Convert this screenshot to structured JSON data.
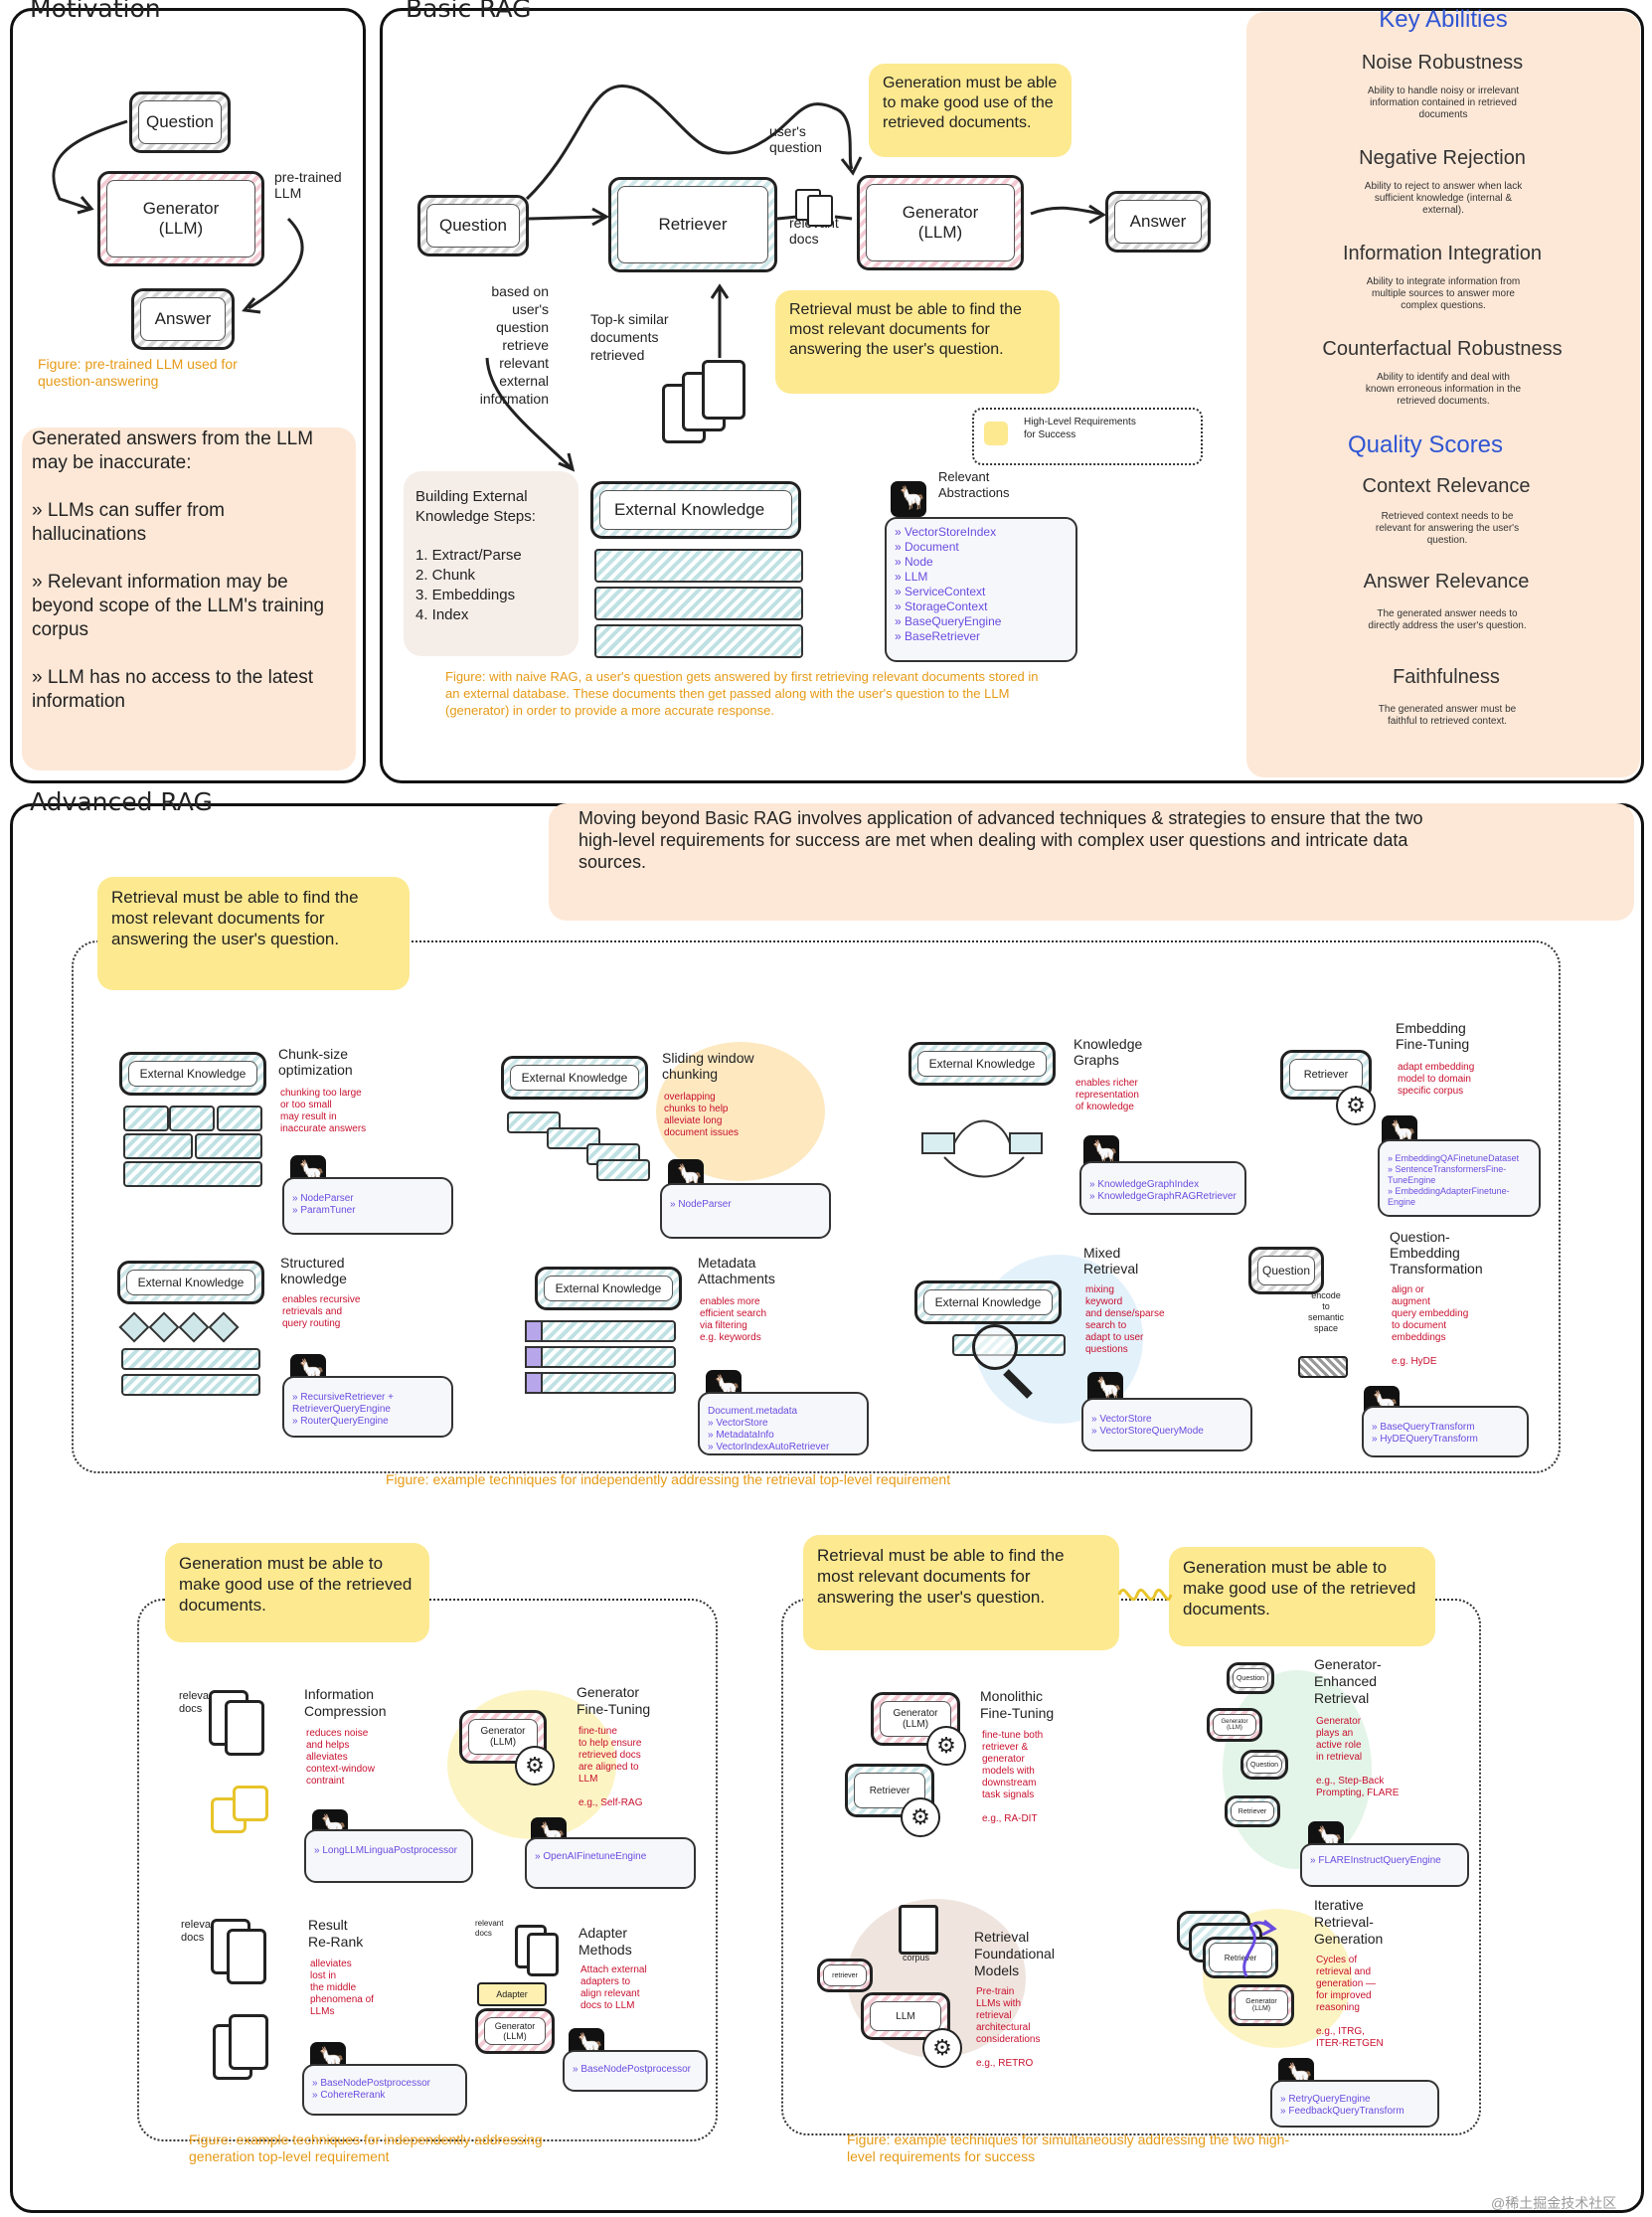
{
  "motivation": {
    "title": "Motivation",
    "question": "Question",
    "generator": "Generator\n(LLM)",
    "pretrained": "pre-trained\nLLM",
    "answer": "Answer",
    "caption": "Figure: pre-trained LLM used for question-answering",
    "intro": "Generated answers from the LLM may be inaccurate:",
    "bullets": [
      "LLMs can suffer from hallucinations",
      "Relevant information may be beyond scope of the LLM's training corpus",
      "LLM has no access to the latest information"
    ]
  },
  "basic": {
    "title": "Basic RAG",
    "question": "Question",
    "retriever": "Retriever",
    "users_question": "user's\nquestion",
    "relevant_docs": "relevant\ndocs",
    "generator": "Generator\n(LLM)",
    "answer": "Answer",
    "note_generation": "Generation must be able to make good use of the retrieved documents.",
    "note_retrieval": "Retrieval must be able to find the most relevant documents for answering the user's question.",
    "based_on": "based on\nuser's\nquestion\nretrieve\nrelevant\nexternal\ninformation",
    "topk": "Top-k similar\ndocuments\nretrieved",
    "legend": "High-Level Requirements\nfor Success",
    "building_title": "Building External\nKnowledge Steps:",
    "steps": [
      "1. Extract/Parse",
      "2. Chunk",
      "3. Embeddings",
      "4. Index"
    ],
    "external_knowledge": "External Knowledge",
    "relevant_abstractions": "Relevant\nAbstractions",
    "abstractions": [
      "VectorStoreIndex",
      "Document",
      "Node",
      "LLM",
      "ServiceContext",
      "StorageContext",
      "BaseQueryEngine",
      "BaseRetriever"
    ],
    "caption": "Figure: with naive RAG, a user's question gets answered by first retrieving relevant documents stored in an external database. These documents then get passed along with the user's question to the LLM (generator) in order to provide a more accurate response."
  },
  "key_abilities": {
    "title": "Key Abilities",
    "items": [
      {
        "name": "Noise Robustness",
        "desc": "Ability to handle noisy or irrelevant information contained in retrieved documents"
      },
      {
        "name": "Negative Rejection",
        "desc": "Ability to reject to answer when lack sufficient knowledge (internal & external)."
      },
      {
        "name": "Information Integration",
        "desc": "Ability to integrate information from multiple sources to answer more complex questions."
      },
      {
        "name": "Counterfactual Robustness",
        "desc": "Ability to identify and deal with known erroneous information in the retrieved documents."
      }
    ],
    "quality_title": "Quality Scores",
    "scores": [
      {
        "name": "Context Relevance",
        "desc": "Retrieved context needs to be relevant for answering the user's question."
      },
      {
        "name": "Answer Relevance",
        "desc": "The generated answer needs to directly address the user's question."
      },
      {
        "name": "Faithfulness",
        "desc": "The generated answer must be faithful to retrieved context."
      }
    ]
  },
  "advanced": {
    "title": "Advanced RAG",
    "intro": "Moving beyond Basic RAG involves application of advanced techniques & strategies to ensure that the two high-level requirements for success are met when dealing with complex user questions and intricate data sources.",
    "retrieval_note": "Retrieval must be able to find the most relevant documents for answering the user's question.",
    "retrieval_techniques": [
      {
        "title": "Chunk-size\noptimization",
        "desc": "chunking too large\nor too small\nmay result in\ninaccurate answers",
        "abs": "» NodeParser\n» ParamTuner"
      },
      {
        "title": "Sliding window\nchunking",
        "desc": "overlapping\nchunks to help\nalleviate long\ndocument issues",
        "abs": "» NodeParser"
      },
      {
        "title": "Knowledge\nGraphs",
        "desc": "enables richer\nrepresentation\nof knowledge",
        "abs": "» KnowledgeGraphIndex\n» KnowledgeGraphRAGRetriever"
      },
      {
        "title": "Embedding\nFine-Tuning",
        "desc": "adapt embedding\nmodel to domain\nspecific corpus",
        "abs": "» EmbeddingQAFinetuneDataset\n» SentenceTransformersFine-\n   TuneEngine\n» EmbeddingAdapterFinetune-\n   Engine"
      },
      {
        "title": "Structured\nknowledge",
        "desc": "enables recursive\nretrievals and\nquery routing",
        "abs": "» RecursiveRetriever +\n   RetrieverQueryEngine\n» RouterQueryEngine"
      },
      {
        "title": "Metadata\nAttachments",
        "desc": "enables more\nefficient search\nvia filtering\ne.g. keywords",
        "abs": "Document.metadata\n» VectorStore\n   » MetadataInfo\n» VectorIndexAutoRetriever"
      },
      {
        "title": "Mixed\nRetrieval",
        "desc": "mixing\nkeyword\nand dense/sparse\nsearch to\nadapt to user\nquestions",
        "abs": "» VectorStore\n   » VectorStoreQueryMode"
      },
      {
        "title": "Question-\nEmbedding\nTransformation",
        "desc": "align or\naugment\nquery embedding\nto document\nembeddings\n\ne.g. HyDE",
        "abs": "» BaseQueryTransform\n   » HyDEQueryTransform"
      }
    ],
    "external_knowledge": "External Knowledge",
    "retriever": "Retriever",
    "question": "Question",
    "encode": "encode\nto\nsemantic\nspace",
    "retrieval_caption": "Figure: example techniques for independently addressing the retrieval top-level requirement",
    "generation_note": "Generation must be able to make good use of the retrieved documents.",
    "generation_techniques": [
      {
        "title": "Information\nCompression",
        "desc": "reduces noise\nand helps\nalleviates\ncontext-window\ncontraint",
        "abs": "» LongLLMLinguaPostprocessor"
      },
      {
        "title": "Generator\nFine-Tuning",
        "desc": "fine-tune\nto help ensure\nretrieved docs\nare aligned to\nLLM\n\ne.g., Self-RAG",
        "abs": "» OpenAIFinetuneEngine"
      },
      {
        "title": "Result\nRe-Rank",
        "desc": "alleviates\nlost in\nthe middle\nphenomena of\nLLMs",
        "abs": "» BaseNodePostprocessor\n   » CohereRerank"
      },
      {
        "title": "Adapter\nMethods",
        "desc": "Attach external\nadapters to\nalign relevant\ndocs to LLM",
        "abs": "» BaseNodePostprocessor"
      }
    ],
    "relevant_docs": "relevant\ndocs",
    "adapter": "Adapter",
    "generator_llm": "Generator\n(LLM)",
    "generation_caption": "Figure: example techniques for independently addressing generation top-level requirement",
    "both_retrieval_note": "Retrieval must be able to find the most relevant documents for answering the user's question.",
    "both_generation_note": "Generation must be able to make good use of the retrieved documents.",
    "both_techniques": [
      {
        "title": "Monolithic\nFine-Tuning",
        "desc": "fine-tune both\nretriever &\ngenerator\nmodels with\ndownstream\ntask signals\n\ne.g., RA-DIT"
      },
      {
        "title": "Generator-\nEnhanced\nRetrieval",
        "desc": "Generator\nplays an\nactive role\nin retrieval\n\ne.g., Step-Back\nPrompting, FLARE",
        "abs": "» FLAREInstructQueryEngine"
      },
      {
        "title": "Retrieval\nFoundational\nModels",
        "desc": "Pre-train\nLLMs with\nretrieval\narchitectural\nconsiderations\n\ne.g., RETRO"
      },
      {
        "title": "Iterative\nRetrieval-\nGeneration",
        "desc": "Cycles of\nretrieval and\ngeneration —\nfor improved\nreasoning\n\ne.g., ITRG,\nITER-RETGEN",
        "abs": "» RetryQueryEngine\n» FeedbackQueryTransform"
      }
    ],
    "corpus": "corpus",
    "llm": "LLM",
    "retriever_small": "retriever",
    "question_small": "Question",
    "both_caption": "Figure: example techniques for simultaneously addressing the two high-level requirements for success"
  },
  "watermark": "@稀土掘金技术社区"
}
